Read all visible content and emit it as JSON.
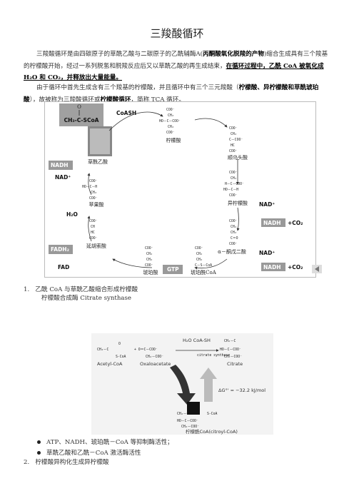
{
  "title": "三羧酸循环",
  "intro": {
    "t1": "三羧酸循环是由四碳原子的草酰乙酸与二碳原子的乙酰辅酶A(",
    "t1b": "丙酮酸氧化脱羧的产物",
    "t1c": ")缩合生成具有三个羧基的柠檬酸开始，经过一系列脱氢和脱羧反应后又以草酰乙酸的再生成结束，",
    "t1d": "在循环过程中，乙酰 CoA 被氧化成 H₂O 和 CO₂，并释放出大量能量。",
    "t2": "由于循环中首先生成含有三个羧基的柠檬酸，并且循环中有三个三元羧酸（",
    "t2b": "柠檬酸、异柠檬酸和草酰琥珀酸",
    "t2c": "），故被称为三羧酸循环或",
    "t2d": "柠檬酸循环",
    "t2e": "，简称 TCA 循环。"
  },
  "cycle": {
    "acetyl": "CH₃-C-SCoA",
    "acetyl_o": "O",
    "coash": "CoASH",
    "citrate": "柠檬酸",
    "cisaconitate": "顺乌头酸",
    "isocitrate": "异柠檬酸",
    "ketoglutarate": "α－酮戊二酸",
    "succinylcoa": "琥珀酰CoA",
    "succinate": "琥珀酸",
    "fumarate": "延胡索酸",
    "malate": "苹果酸",
    "oxaloacetate": "草酰乙酸",
    "nadh": "NADH",
    "nad": "NAD⁺",
    "h2o": "H₂O",
    "co2": "+CO₂",
    "fadh2": "FADH₂",
    "fad": "FAD",
    "gtp": "GTP"
  },
  "list1": {
    "num": "1.",
    "text": "乙酰 CoA 与草酰乙酸缩合形成柠檬酸",
    "enzyme": "柠檬酸合成酶   Citrate synthase"
  },
  "cs": {
    "acetylcoa": "Acetyl-CoA",
    "oxaloacetate": "Oxaloacetate",
    "citrate": "Citrate",
    "h2o_coash": "H₂O  CoA-SH",
    "enzyme": "citrate synthase",
    "dg": "ΔG°' = −32.2 kJ/mol",
    "caption": "柠檬酰CoA(citroyl-CoA)",
    "scoa": "S-CoA"
  },
  "bullets": [
    "ATP、NADH、琥珀酰－CoA 等抑制酶活性；",
    "草酰乙酸和乙酰－CoA 激活酶活性"
  ],
  "list2": {
    "num": "2.",
    "text": "柠檬酸异构化生成异柠檬酸"
  }
}
